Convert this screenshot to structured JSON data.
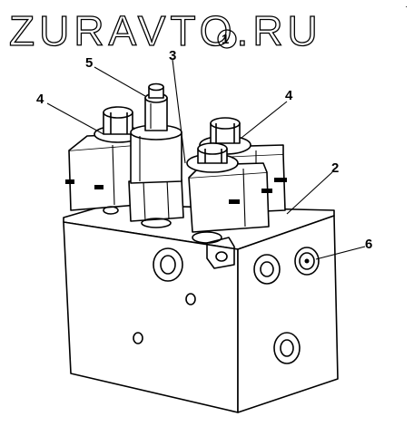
{
  "watermark": "ZURAVTO.RU",
  "corner_mark": "·",
  "callouts": {
    "c1": "1",
    "c2": "2",
    "c3": "3",
    "c4a": "4",
    "c4b": "4",
    "c5": "5",
    "c6": "6"
  }
}
